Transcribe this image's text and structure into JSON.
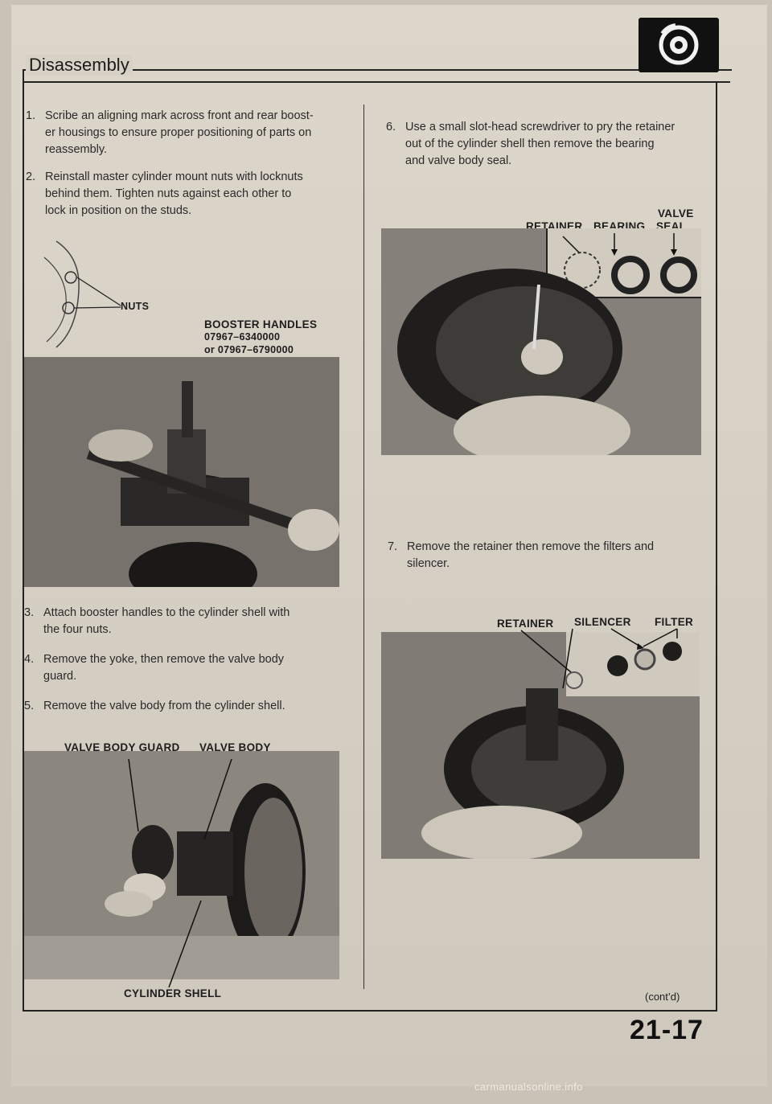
{
  "header": {
    "section_title": "Disassembly",
    "logo_icon": "brake-disc-icon"
  },
  "left_column": {
    "steps": [
      {
        "number": "1.",
        "lines": [
          "Scribe an aligning mark across front and rear boost-",
          "er housings to ensure proper positioning of parts on",
          "reassembly."
        ]
      },
      {
        "number": "2.",
        "lines": [
          "Reinstall master cylinder mount nuts with locknuts",
          "behind them. Tighten nuts against each other to",
          "lock in position on the studs."
        ]
      },
      {
        "number": "3.",
        "lines": [
          "Attach booster handles to the cylinder shell with",
          "the four nuts."
        ]
      },
      {
        "number": "4.",
        "lines": [
          "Remove the yoke, then remove the valve body",
          "guard."
        ]
      },
      {
        "number": "5.",
        "lines": [
          "Remove the valve body from the cylinder shell."
        ]
      }
    ],
    "fig1_labels": {
      "nuts": "NUTS",
      "booster_handles": "BOOSTER HANDLES",
      "part_no_1": "07967–6340000",
      "part_no_2": "or 07967–6790000"
    },
    "fig2_labels": {
      "valve_body_guard": "VALVE BODY GUARD",
      "valve_body": "VALVE BODY",
      "cylinder_shell": "CYLINDER SHELL"
    }
  },
  "right_column": {
    "steps": [
      {
        "number": "6.",
        "lines": [
          "Use a small slot-head screwdriver to pry the retainer",
          "out of the cylinder shell then remove the bearing",
          "and valve body seal."
        ]
      },
      {
        "number": "7.",
        "lines": [
          "Remove the retainer then remove the filters and",
          "silencer."
        ]
      }
    ],
    "fig3_labels": {
      "retainer": "RETAINER",
      "bearing": "BEARING",
      "valve": "VALVE",
      "seal": "SEAL"
    },
    "fig4_labels": {
      "retainer": "RETAINER",
      "silencer": "SILENCER",
      "filter": "FILTER"
    }
  },
  "footer": {
    "contd": "(cont’d)",
    "page_number": "21-17",
    "watermark": "carmanualsonline.info"
  }
}
